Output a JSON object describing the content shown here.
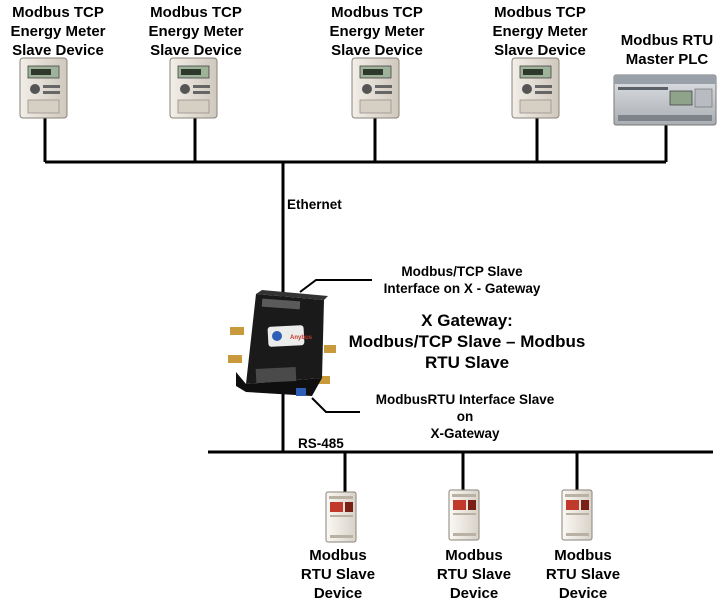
{
  "meters": [
    {
      "lines": [
        "Modbus TCP",
        "Energy Meter",
        "Slave Device"
      ]
    },
    {
      "lines": [
        "Modbus TCP",
        "Energy Meter",
        "Slave Device"
      ]
    },
    {
      "lines": [
        "Modbus TCP",
        "Energy Meter",
        "Slave Device"
      ]
    },
    {
      "lines": [
        "Modbus TCP",
        "Energy Meter",
        "Slave Device"
      ]
    }
  ],
  "plc": {
    "lines": [
      "Modbus RTU",
      "Master PLC"
    ]
  },
  "ethernet_label": "Ethernet",
  "tcp_interface": {
    "lines": [
      "Modbus/TCP Slave",
      "Interface on X - Gateway"
    ]
  },
  "gateway_title": {
    "lines": [
      "X Gateway:",
      "Modbus/TCP Slave – Modbus",
      "RTU Slave"
    ]
  },
  "rtu_interface": {
    "lines": [
      "ModbusRTU Interface Slave",
      "on",
      "X-Gateway"
    ]
  },
  "rs485_label": "RS-485",
  "gateway_logo": "Anybus",
  "slaves": [
    {
      "lines": [
        "Modbus",
        "RTU Slave",
        "Device"
      ]
    },
    {
      "lines": [
        "Modbus",
        "RTU Slave",
        "Device"
      ]
    },
    {
      "lines": [
        "Modbus",
        "RTU Slave",
        "Device"
      ]
    }
  ],
  "colors": {
    "line": "#000000",
    "meter_body": "#e3ddd4",
    "plc_body": "#c9ccd0",
    "gateway_body": "#1a1a1a",
    "drive_body": "#f0ece6",
    "drive_accent": "#c0392b"
  }
}
